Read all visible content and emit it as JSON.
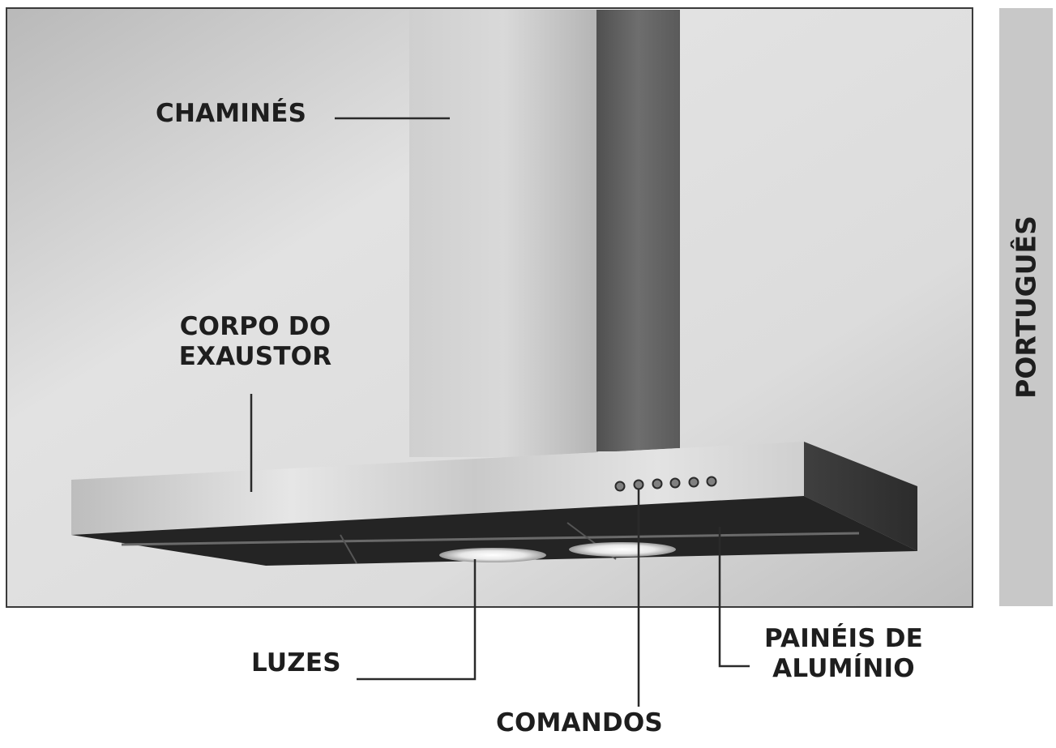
{
  "labels": {
    "chimneys": "CHAMINÉS",
    "hood_body": "CORPO DO\nEXAUSTOR",
    "lights": "LUZES",
    "controls": "COMANDOS",
    "aluminium_panels": "PAINÉIS DE\nALUMÍNIO"
  },
  "language_tab": {
    "text": "PORTUGUÊS"
  },
  "colors": {
    "label_text": "#1e1e1e",
    "tab_background": "#c8c8c8",
    "leader_line": "#2a2a2a",
    "frame_border": "#3a3a3a"
  }
}
